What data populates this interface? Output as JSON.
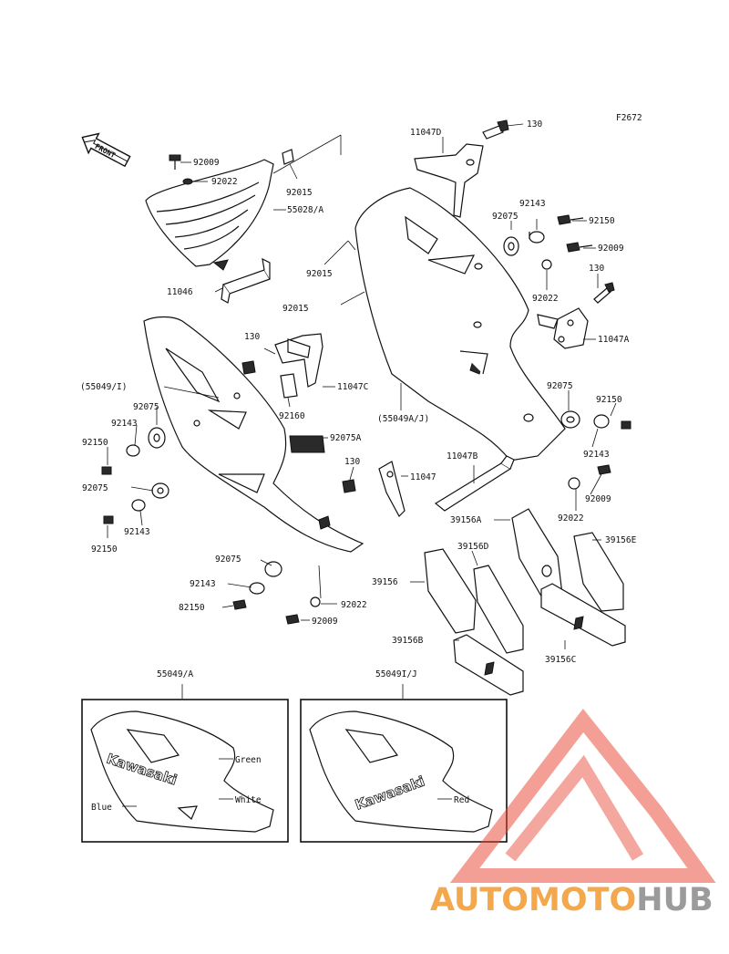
{
  "diagram_code": "F2672",
  "front_label": "FRONT",
  "part_labels": {
    "p92009a": "92009",
    "p92022a": "92022",
    "p92015a": "92015",
    "p55028": "55028/A",
    "p11046": "11046",
    "p11047d": "11047D",
    "p130a": "130",
    "p92143a": "92143",
    "p92075a": "92075",
    "p92150a": "92150",
    "p92009b": "92009",
    "p92015b": "92015",
    "p92015c": "92015",
    "p92022b": "92022",
    "p130b": "130",
    "p11047a": "11047A",
    "p130c": "130",
    "p55049i": "(55049/I)",
    "p11047c": "11047C",
    "p92075b": "92075",
    "p92143b": "92143",
    "p92150b": "92150",
    "p92160": "92160",
    "p55049aj": "(55049A/J)",
    "p92075c": "92075",
    "p92150c": "92150",
    "p92075d": "92075A",
    "p92143c": "92143",
    "p130d": "130",
    "p11047": "11047",
    "p11047b": "11047B",
    "p92075e": "92075",
    "p92143d": "92143",
    "p92009c": "92009",
    "p92150d": "92150",
    "p39156a": "39156A",
    "p39156e": "39156E",
    "p92022c": "92022",
    "p92075f": "92075",
    "p39156d": "39156D",
    "p92143e": "92143",
    "p39156": "39156",
    "p82150": "82150",
    "p92022d": "92022",
    "p92009d": "92009",
    "p39156b": "39156B",
    "p39156c": "39156C",
    "p55049a": "55049/A",
    "p55049ij": "55049I/J"
  },
  "insets": [
    {
      "brand": "Kawasaki",
      "color_labels": {
        "green": "Green",
        "white": "White",
        "blue": "Blue"
      }
    },
    {
      "brand": "Kawasaki",
      "color_labels": {
        "red": "Red"
      }
    }
  ],
  "watermark": {
    "part1": "AUTOMOTO",
    "part2": "HUB"
  },
  "colors": {
    "line": "#111111",
    "watermark_red": "#e8422f",
    "watermark_orange": "#f29a2e",
    "watermark_grey": "#8a8a8a"
  }
}
